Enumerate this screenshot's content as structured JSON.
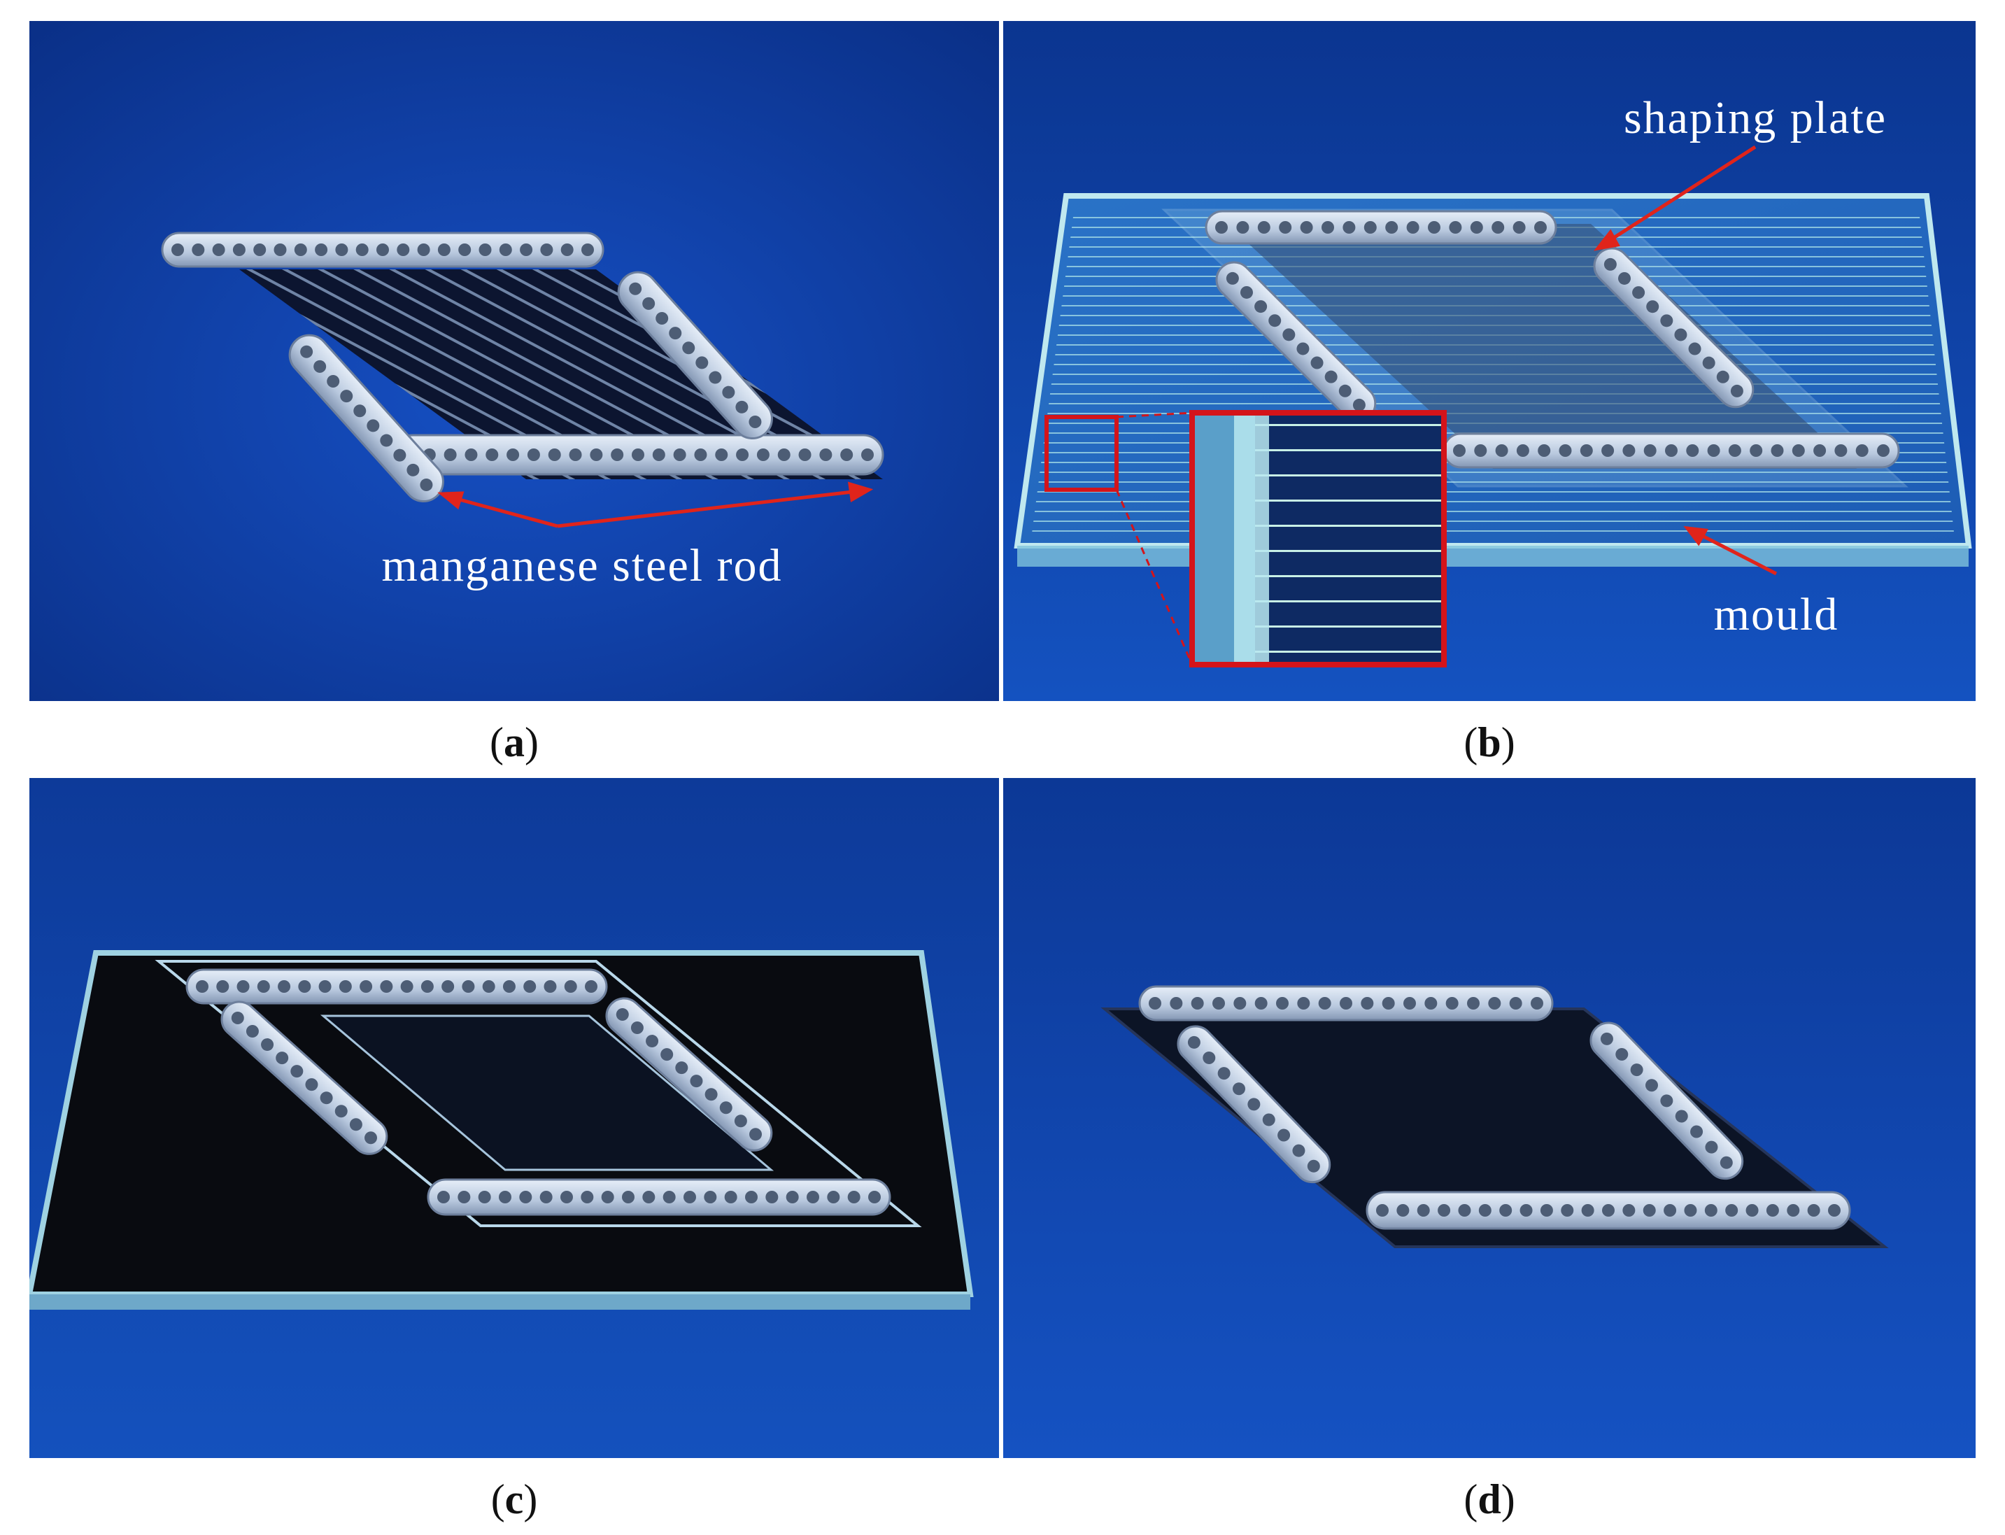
{
  "panels": [
    {
      "id": "a",
      "caption_letter": "a",
      "annotations": [
        "manganese steel rod"
      ]
    },
    {
      "id": "b",
      "caption_letter": "b",
      "annotations": [
        "shaping plate",
        "mould"
      ]
    },
    {
      "id": "c",
      "caption_letter": "c",
      "annotations": []
    },
    {
      "id": "d",
      "caption_letter": "d",
      "annotations": []
    }
  ],
  "colors": {
    "background_blue": "#0d3fa6",
    "background_blue_dark": "#0a2f82",
    "plate_silver": "#c9d6e8",
    "hole_dark": "#4d5d75",
    "fiber_film": "#0d1220",
    "annotation_arrow": "#e0241b",
    "inset_border": "#d4141a",
    "mould_glass": "#a8e0e6"
  },
  "icons": [
    "annotation-arrow",
    "zoom-inset"
  ]
}
